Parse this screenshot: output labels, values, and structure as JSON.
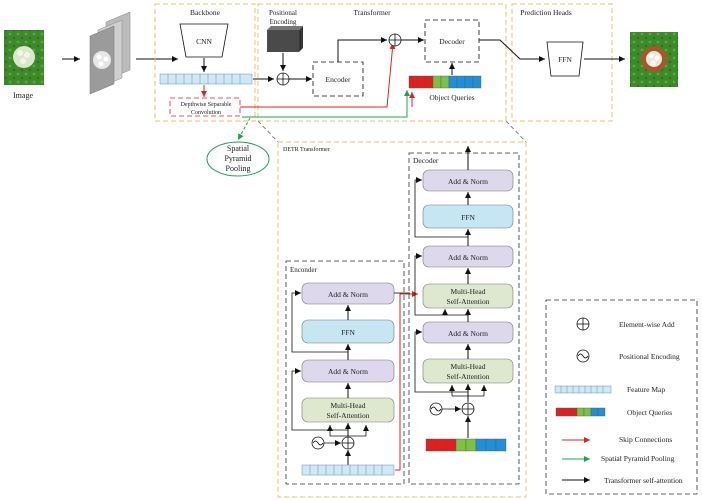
{
  "labels": {
    "image": "Image",
    "backbone": "Backbone",
    "cnn": "CNN",
    "positional_encoding_line1": "Positional",
    "positional_encoding_line2": "Encoding",
    "transformer": "Transformer",
    "encoder": "Encoder",
    "decoder": "Decoder",
    "object_queries": "Object Queries",
    "prediction_heads": "Prediction Heads",
    "ffn": "FFN",
    "dsc_line1": "Depthwise Separable",
    "dsc_line2": "Convolution",
    "spp_line1": "Spatial",
    "spp_line2": "Pyramid",
    "spp_line3": "Pooling",
    "detr_transformer": "DETR Transformer",
    "encoder_box_title": "Enconder",
    "decoder_box_title": "Decoder",
    "add_norm": "Add & Norm",
    "mha_line1": "Multi-Head",
    "mha_line2": "Self-Attention"
  },
  "legend": {
    "items": [
      {
        "icon": "element-wise-add-icon",
        "label": "Element-wise Add"
      },
      {
        "icon": "positional-encoding-icon",
        "label": "Positional Encoding"
      },
      {
        "icon": "feature-map-icon",
        "label": "Feature Map"
      },
      {
        "icon": "object-queries-icon",
        "label": "Object Queries"
      },
      {
        "icon": "red-arrow-icon",
        "label": "Skip Connections"
      },
      {
        "icon": "green-arrow-icon",
        "label": "Spatial Pyramid Pooling"
      },
      {
        "icon": "black-arrow-icon",
        "label": "Transformer self-attention"
      }
    ]
  },
  "colors": {
    "section_border": "#e8c268",
    "add_norm_fill": "#ddd8ec",
    "ffn_fill": "#c7e6f3",
    "mha_fill": "#dde8cf",
    "feature_map_fill": "#cfe8f5",
    "skip_red": "#e02020",
    "spp_green": "#1fa05a",
    "query_colors": [
      "#e02020",
      "#e02020",
      "#e02020",
      "#7cc242",
      "#7cc242",
      "#1f8fd8",
      "#1f8fd8",
      "#1f8fd8"
    ]
  }
}
